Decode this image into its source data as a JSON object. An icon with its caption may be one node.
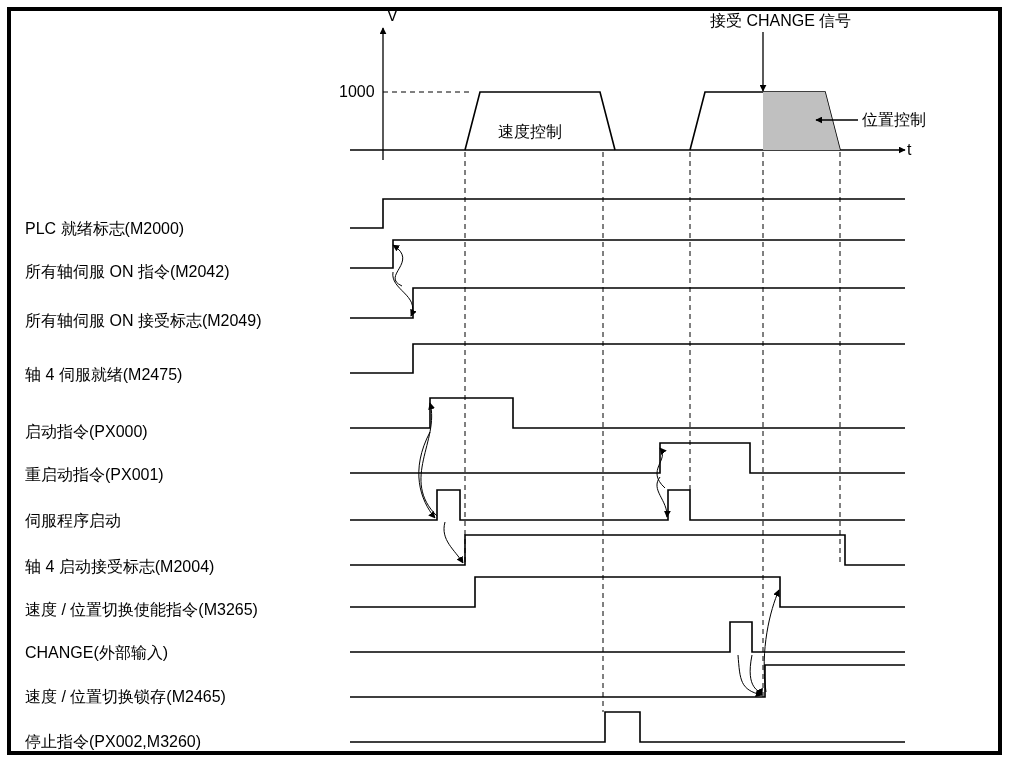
{
  "diagram": {
    "nodes": [
      {
        "text": [
          "接受 CHANGE 信号"
        ]
      },
      {
        "text": [
          "位置控制"
        ]
      },
      {
        "text": [],
        "shape": "polygon"
      }
    ],
    "edges": [
      {
        "from": 0,
        "to": 2,
        "arrow": "to"
      },
      {
        "from": 1,
        "to": 2,
        "arrow": "to"
      }
    ],
    "labels": [
      "V",
      "1000",
      "速度控制",
      "t",
      "PLC 就绪标志(M2000)",
      "所有轴伺服 ON 指令(M2042)",
      "所有轴伺服 ON 接受标志(M2049)",
      "轴 4 伺服就绪(M2475)",
      "启动指令(PX000)",
      "重启动指令(PX001)",
      "伺服程序启动",
      "轴 4 启动接受标志(M2004)",
      "速度 / 位置切换使能指令(M3265)",
      "CHANGE(外部输入)",
      "速度 / 位置切换锁存(M2465)",
      "停止指令(PX002,M3260)"
    ]
  }
}
